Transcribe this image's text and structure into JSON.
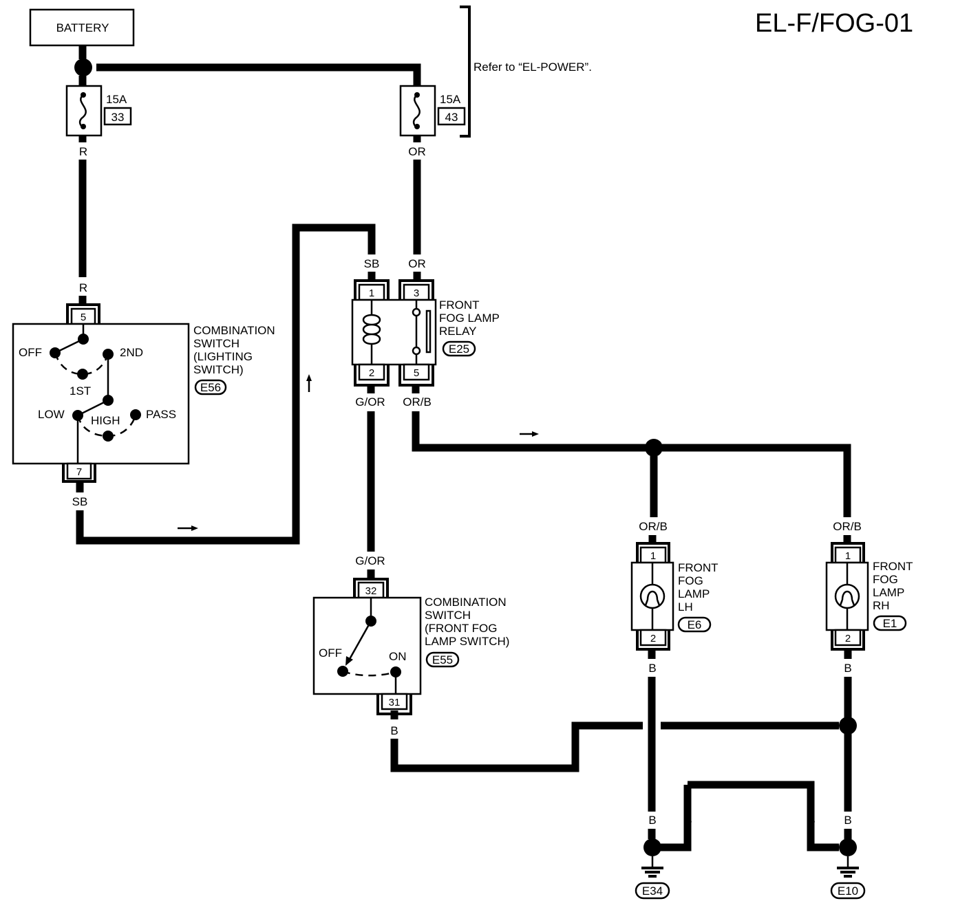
{
  "title": "EL-F/FOG-01",
  "battery": "BATTERY",
  "refer_note": "Refer to “EL-POWER”.",
  "fuse_left": {
    "rating": "15A",
    "number": "33"
  },
  "fuse_right": {
    "rating": "15A",
    "number": "43"
  },
  "wire_colors": {
    "r": "R",
    "or": "OR",
    "sb": "SB",
    "g_or": "G/OR",
    "or_b": "OR/B",
    "b": "B"
  },
  "lighting_switch": {
    "name_lines": [
      "COMBINATION",
      "SWITCH",
      "(LIGHTING",
      "SWITCH)"
    ],
    "connector": "E56",
    "pin_top": "5",
    "pin_bottom": "7",
    "positions": {
      "off": "OFF",
      "first": "1ST",
      "second": "2ND",
      "low": "LOW",
      "high": "HIGH",
      "pass": "PASS"
    }
  },
  "relay": {
    "name_lines": [
      "FRONT",
      "FOG LAMP",
      "RELAY"
    ],
    "connector": "E25",
    "pins": [
      "1",
      "3",
      "2",
      "5"
    ]
  },
  "fog_switch": {
    "name_lines": [
      "COMBINATION",
      "SWITCH",
      "(FRONT FOG",
      "LAMP SWITCH)"
    ],
    "connector": "E55",
    "pin_top": "32",
    "pin_bottom": "31",
    "positions": {
      "off": "OFF",
      "on": "ON"
    }
  },
  "lamp_lh": {
    "name_lines": [
      "FRONT",
      "FOG",
      "LAMP",
      "LH"
    ],
    "connector": "E6",
    "pin_top": "1",
    "pin_bottom": "2"
  },
  "lamp_rh": {
    "name_lines": [
      "FRONT",
      "FOG",
      "LAMP",
      "RH"
    ],
    "connector": "E1",
    "pin_top": "1",
    "pin_bottom": "2"
  },
  "grounds": {
    "left": "E34",
    "right": "E10"
  }
}
